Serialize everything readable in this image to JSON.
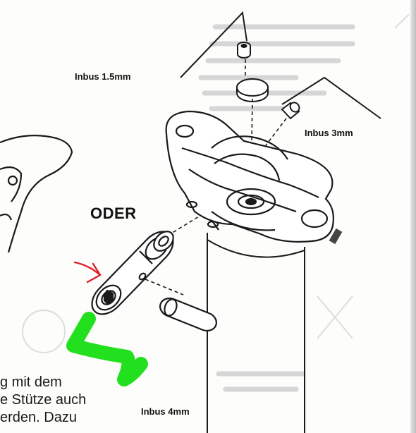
{
  "labels": {
    "inbus_small": "Inbus 1.5mm",
    "inbus_medium": "Inbus 3mm",
    "inbus_large": "Inbus 4mm",
    "alternative": "ODER"
  },
  "body_text": {
    "line1": "g mit dem",
    "line2": "e Stütze auch",
    "line3": "erden. Dazu"
  },
  "colors": {
    "line_art": "#1a1a1a",
    "red_arrow": "#e0202a",
    "green_marker": "#22e01e",
    "show_through": "#cfcfcf"
  }
}
